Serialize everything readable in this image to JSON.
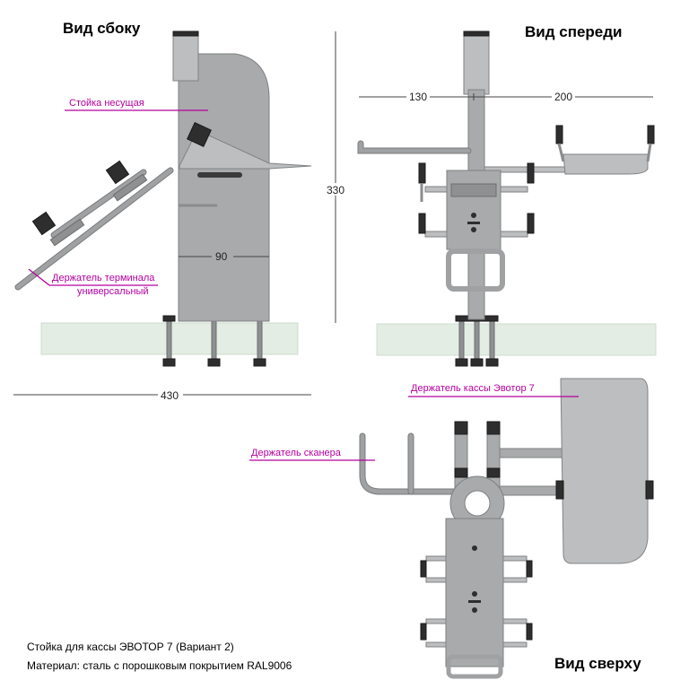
{
  "views": {
    "side": "Вид сбоку",
    "front": "Вид спереди",
    "top": "Вид сверху"
  },
  "dimensions": {
    "side_width": "90",
    "total_depth": "430",
    "height": "330",
    "front_left": "130",
    "front_right": "200"
  },
  "callouts": {
    "post": "Стойка несущая",
    "terminal_holder_line1": "Держатель терминала",
    "terminal_holder_line2": "универсальный",
    "evotor_holder": "Держатель кассы Эвотор 7",
    "scanner_holder": "Держатель сканера"
  },
  "caption": {
    "title": "Стойка для кассы ЭВОТОР 7 (Вариант 2)",
    "material": "Материал: сталь с порошковым покрытием RAL9006"
  },
  "colors": {
    "metal": "#a9aaab",
    "callout": "#b5009e",
    "counter": "#e3ede3"
  }
}
